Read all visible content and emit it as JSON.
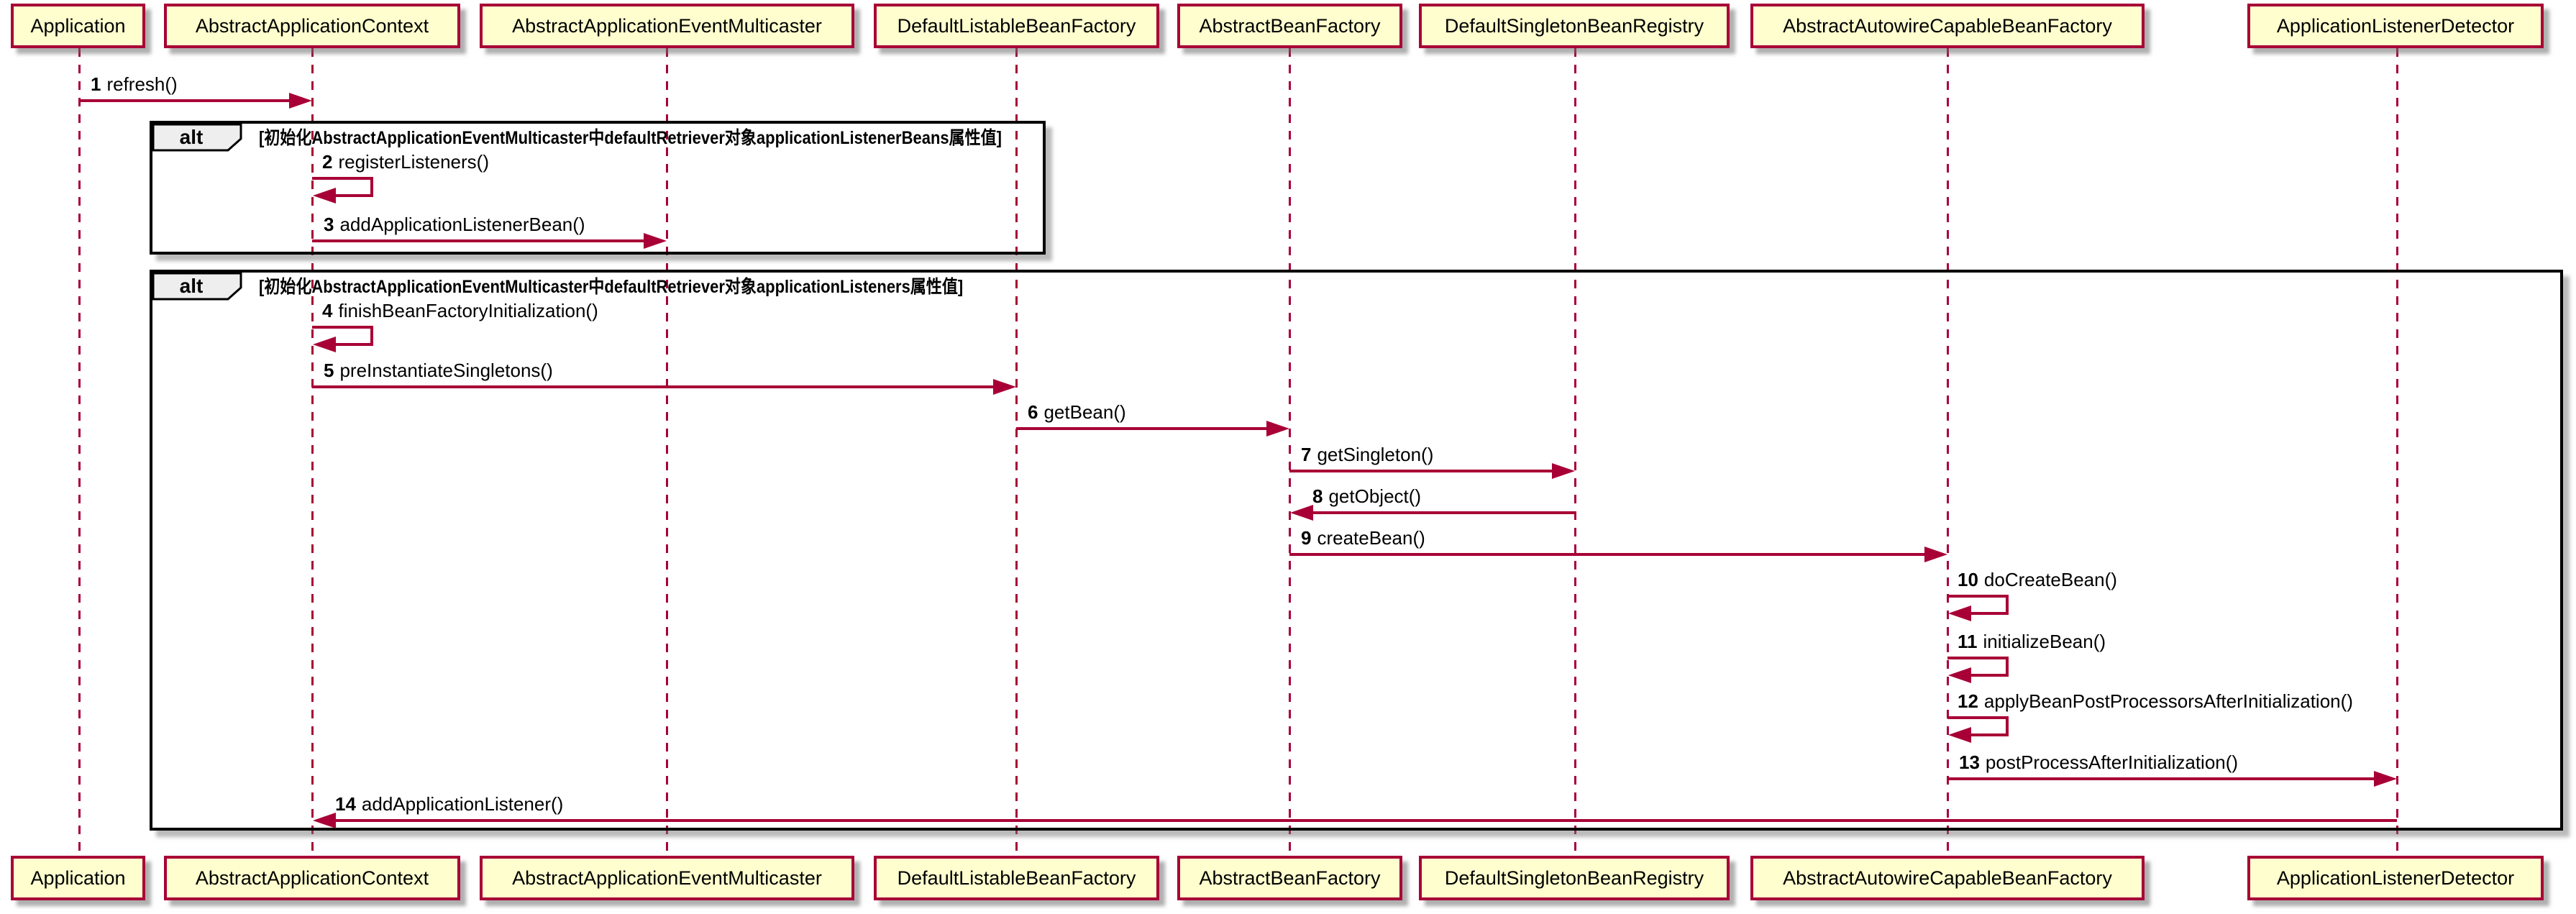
{
  "diagram": {
    "type": "sequence",
    "colors": {
      "accent": "#A80036",
      "participant_fill": "#FEFECE",
      "frame_label_fill": "#EEEEEE",
      "frame_border": "#000000"
    },
    "participants": [
      {
        "name": "Application"
      },
      {
        "name": "AbstractApplicationContext"
      },
      {
        "name": "AbstractApplicationEventMulticaster"
      },
      {
        "name": "DefaultListableBeanFactory"
      },
      {
        "name": "AbstractBeanFactory"
      },
      {
        "name": "DefaultSingletonBeanRegistry"
      },
      {
        "name": "AbstractAutowireCapableBeanFactory"
      },
      {
        "name": "ApplicationListenerDetector"
      }
    ],
    "frames": [
      {
        "operator": "alt",
        "guard": "[初始化AbstractApplicationEventMulticaster中defaultRetriever对象applicationListenerBeans属性值]"
      },
      {
        "operator": "alt",
        "guard": "[初始化AbstractApplicationEventMulticaster中defaultRetriever对象applicationListeners属性值]"
      }
    ],
    "messages": [
      {
        "num": "1",
        "label": "refresh()",
        "from": "Application",
        "to": "AbstractApplicationContext"
      },
      {
        "num": "2",
        "label": "registerListeners()",
        "from": "AbstractApplicationContext",
        "to": "AbstractApplicationContext"
      },
      {
        "num": "3",
        "label": "addApplicationListenerBean()",
        "from": "AbstractApplicationContext",
        "to": "AbstractApplicationEventMulticaster"
      },
      {
        "num": "4",
        "label": "finishBeanFactoryInitialization()",
        "from": "AbstractApplicationContext",
        "to": "AbstractApplicationContext"
      },
      {
        "num": "5",
        "label": "preInstantiateSingletons()",
        "from": "AbstractApplicationContext",
        "to": "DefaultListableBeanFactory"
      },
      {
        "num": "6",
        "label": "getBean()",
        "from": "DefaultListableBeanFactory",
        "to": "AbstractBeanFactory"
      },
      {
        "num": "7",
        "label": "getSingleton()",
        "from": "AbstractBeanFactory",
        "to": "DefaultSingletonBeanRegistry"
      },
      {
        "num": "8",
        "label": "getObject()",
        "from": "DefaultSingletonBeanRegistry",
        "to": "AbstractBeanFactory"
      },
      {
        "num": "9",
        "label": "createBean()",
        "from": "AbstractBeanFactory",
        "to": "AbstractAutowireCapableBeanFactory"
      },
      {
        "num": "10",
        "label": "doCreateBean()",
        "from": "AbstractAutowireCapableBeanFactory",
        "to": "AbstractAutowireCapableBeanFactory"
      },
      {
        "num": "11",
        "label": "initializeBean()",
        "from": "AbstractAutowireCapableBeanFactory",
        "to": "AbstractAutowireCapableBeanFactory"
      },
      {
        "num": "12",
        "label": "applyBeanPostProcessorsAfterInitialization()",
        "from": "AbstractAutowireCapableBeanFactory",
        "to": "AbstractAutowireCapableBeanFactory"
      },
      {
        "num": "13",
        "label": "postProcessAfterInitialization()",
        "from": "AbstractAutowireCapableBeanFactory",
        "to": "ApplicationListenerDetector"
      },
      {
        "num": "14",
        "label": "addApplicationListener()",
        "from": "ApplicationListenerDetector",
        "to": "AbstractApplicationContext"
      }
    ]
  }
}
